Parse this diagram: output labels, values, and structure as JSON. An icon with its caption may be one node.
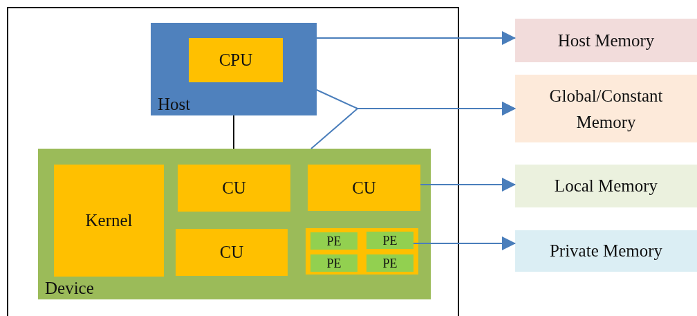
{
  "diagram": {
    "nodes": [
      {
        "text": [],
        "shape": "box"
      },
      {
        "text": [
          "Host"
        ],
        "in": 0
      },
      {
        "text": [
          "CPU"
        ],
        "in": 1
      },
      {
        "text": [
          "Device"
        ],
        "in": 0
      },
      {
        "text": [
          "Kernel"
        ],
        "in": 3
      },
      {
        "text": [
          "CU"
        ],
        "in": 3
      },
      {
        "text": [
          "CU"
        ],
        "in": 3
      },
      {
        "text": [
          "CU"
        ],
        "in": 3
      },
      {
        "text": [],
        "shape": "box",
        "in": 3
      },
      {
        "text": [
          "PE"
        ],
        "in": 8
      },
      {
        "text": [
          "PE"
        ],
        "in": 8
      },
      {
        "text": [
          "PE"
        ],
        "in": 8
      },
      {
        "text": [
          "PE"
        ],
        "in": 8
      },
      {
        "text": [
          "Host Memory"
        ]
      },
      {
        "text": [
          "Global/Constant Memory"
        ]
      },
      {
        "text": [
          "Local Memory"
        ]
      },
      {
        "text": [
          "Private Memory"
        ]
      }
    ],
    "edges": [
      {
        "from": 1,
        "to": 13,
        "arrow": "to"
      },
      {
        "from": 1,
        "to": 14,
        "arrow": "to"
      },
      {
        "from": 3,
        "to": 14,
        "arrow": "to"
      },
      {
        "from": 1,
        "to": 3,
        "arrow": "none",
        "color": "#000000"
      },
      {
        "from": 6,
        "to": 15,
        "arrow": "to"
      },
      {
        "from": 10,
        "to": 16,
        "arrow": "to"
      }
    ]
  }
}
